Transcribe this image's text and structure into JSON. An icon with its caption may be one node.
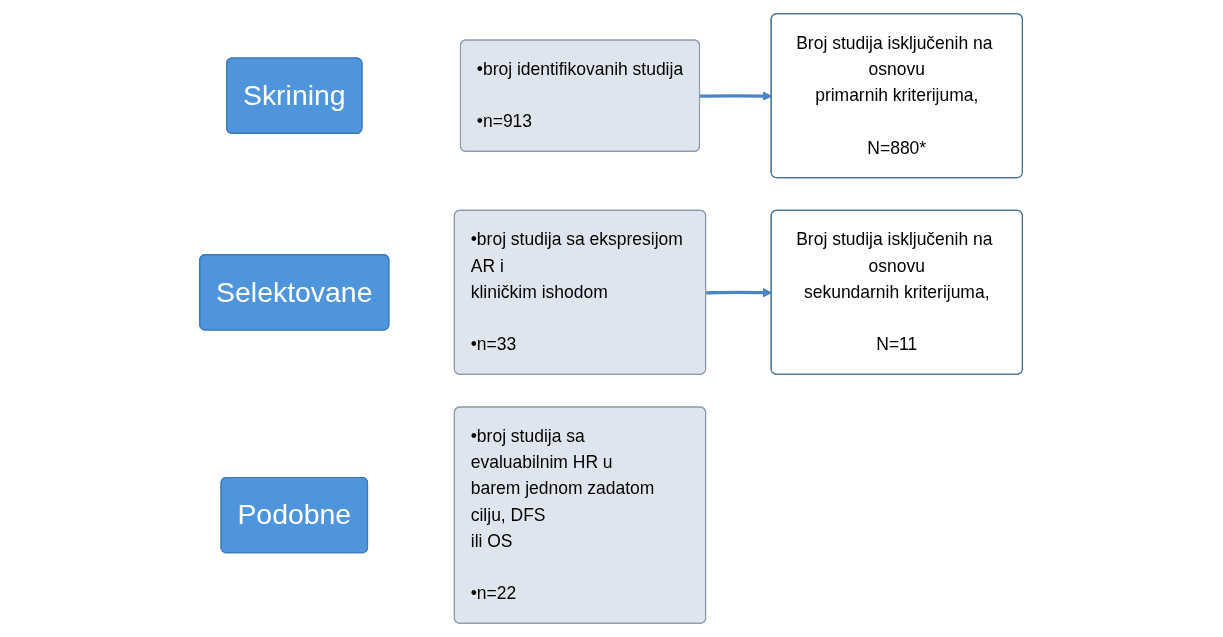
{
  "diagram": {
    "nodes": [
      {
        "text": [
          "Skrining"
        ]
      },
      {
        "text": [
          "•broj identifikovanih studija",
          "•n=913"
        ]
      },
      {
        "text": [
          "Broj studija isključenih na osnovu primarnih kriterijuma,",
          "N=880*"
        ]
      },
      {
        "text": [
          "Selektovane"
        ]
      },
      {
        "text": [
          "•broj studija sa ekspresijom AR i kliničkim ishodom",
          "•n=33"
        ]
      },
      {
        "text": [
          "Broj studija isključenih na osnovu sekundarnih kriterijuma,",
          "N=11"
        ]
      },
      {
        "text": [
          "Podobne"
        ]
      },
      {
        "text": [
          "•broj studija sa evaluabilnim HR u barem jednom zadatom cilju, DFS ili OS",
          "•n=22"
        ]
      }
    ],
    "edges": [
      {
        "from": 1,
        "to": 2,
        "arrow": "to"
      },
      {
        "from": 4,
        "to": 5,
        "arrow": "to"
      }
    ]
  }
}
